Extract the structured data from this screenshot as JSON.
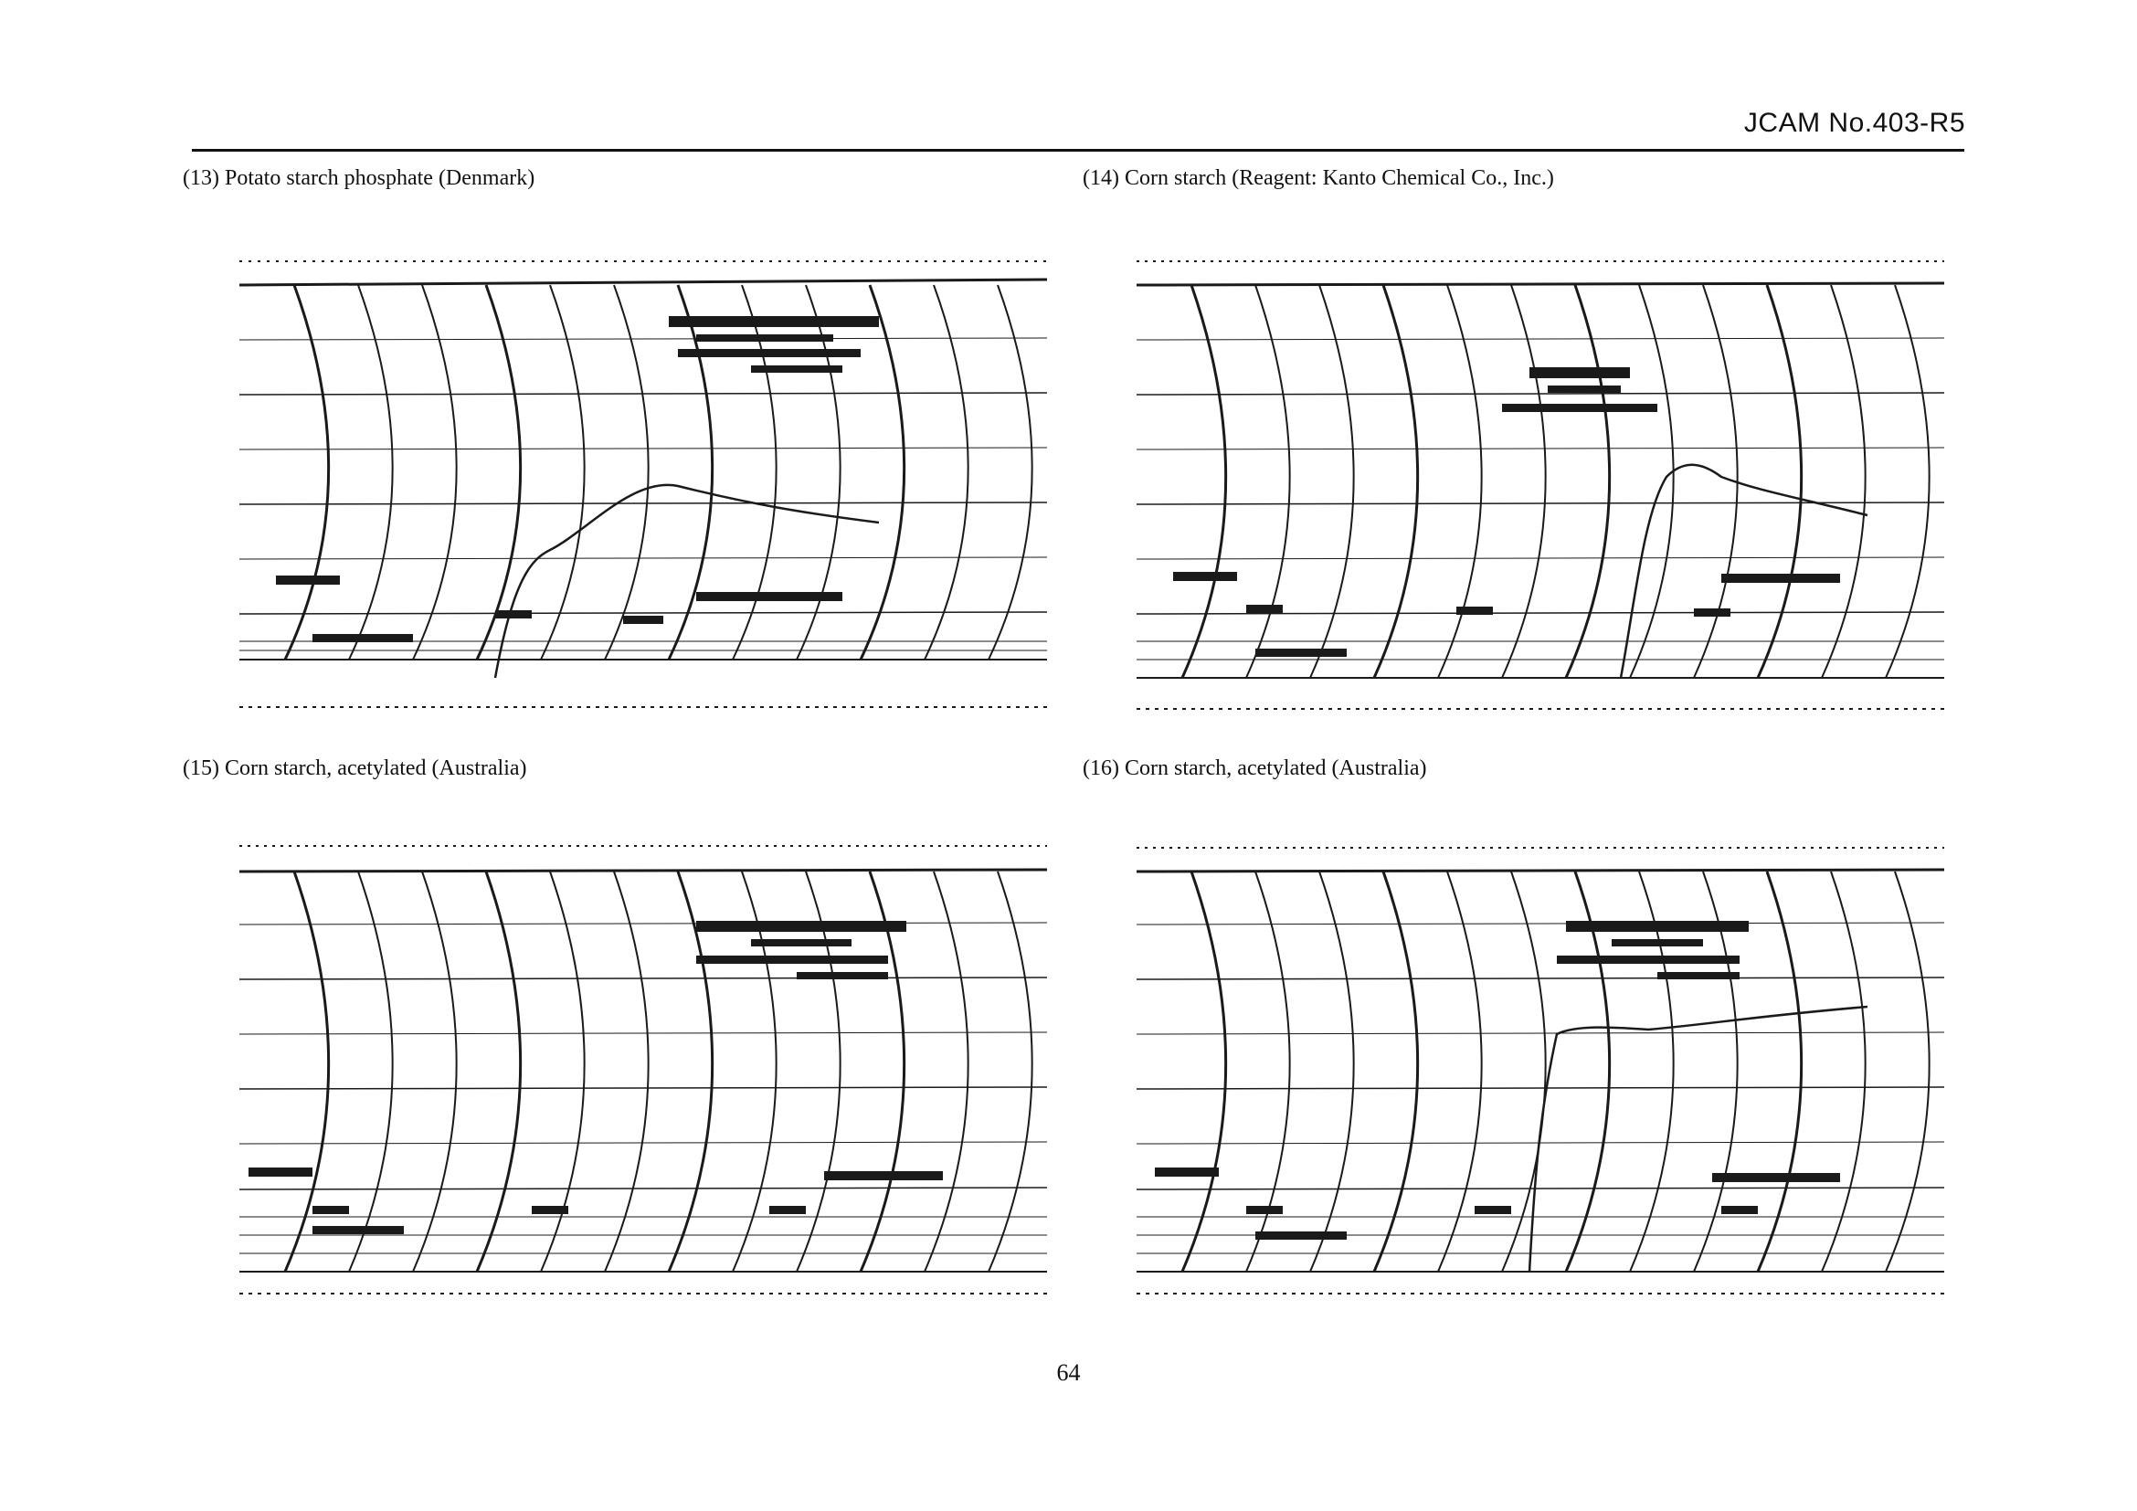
{
  "header": {
    "doc_id": "JCAM No.403-R5"
  },
  "figures": [
    {
      "caption": "(13)  Potato starch phosphate (Denmark)"
    },
    {
      "caption": "(14)  Corn starch (Reagent: Kanto Chemical Co., Inc.)"
    },
    {
      "caption": "(15)  Corn starch, acetylated (Australia)"
    },
    {
      "caption": "(16)  Corn starch, acetylated (Australia)"
    }
  ],
  "footer": {
    "page_number": "64"
  }
}
